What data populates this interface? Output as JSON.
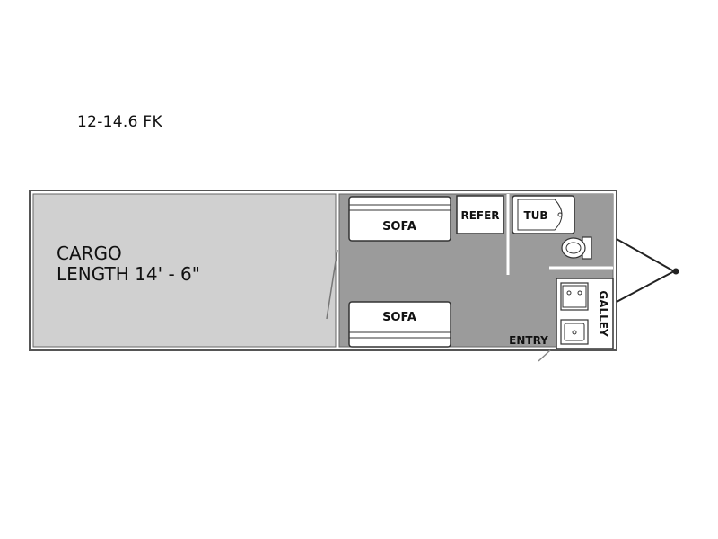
{
  "title": "12-14.6 FK",
  "labels": {
    "cargo_line1": "CARGO",
    "cargo_line2": "LENGTH 14' - 6\"",
    "sofa_top": "SOFA",
    "sofa_bottom": "SOFA",
    "refer": "REFER",
    "tub": "TUB",
    "galley": "GALLEY",
    "entry": "ENTRY"
  },
  "colors": {
    "cargo_fill": "#d0d0d0",
    "living_fill": "#9b9b9b",
    "fixture_fill": "#ffffff",
    "outline": "#333333"
  }
}
